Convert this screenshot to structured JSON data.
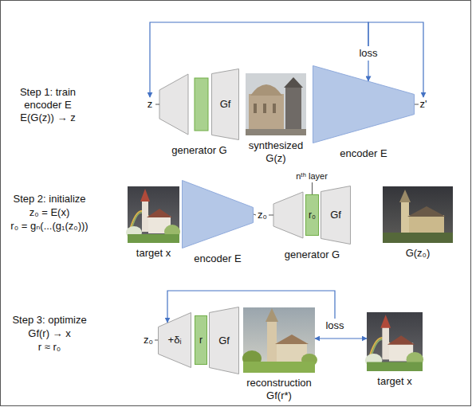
{
  "diagram": {
    "nodes": [
      {
        "text": [
          "z"
        ]
      },
      {
        "text": [
          "generator G"
        ]
      },
      {
        "text": [
          "Gf"
        ],
        "in": 1
      },
      {
        "text": [
          "synthesized G(z)"
        ]
      },
      {
        "text": [
          "encoder E"
        ]
      },
      {
        "text": [
          "z'"
        ]
      },
      {
        "text": [
          "loss"
        ]
      },
      {
        "text": [
          "target x"
        ]
      },
      {
        "text": [
          "encoder E"
        ]
      },
      {
        "text": [
          "z₀"
        ]
      },
      {
        "text": [
          "generator G"
        ]
      },
      {
        "text": [
          "r₀"
        ],
        "in": 10
      },
      {
        "text": [
          "Gf"
        ],
        "in": 10
      },
      {
        "text": [
          "G(z₀)"
        ]
      },
      {
        "text": [
          "z₀"
        ]
      },
      {
        "text": [
          "+δᵢ"
        ]
      },
      {
        "text": [
          "r"
        ]
      },
      {
        "text": [
          "Gf"
        ]
      },
      {
        "text": [
          "reconstruction Gf(r*)"
        ]
      },
      {
        "text": [
          "loss"
        ]
      },
      {
        "text": [
          "target x"
        ]
      }
    ],
    "edges": [
      {
        "from": 6,
        "to": 0,
        "arrow": "to"
      },
      {
        "from": 6,
        "to": 5,
        "arrow": "to"
      },
      {
        "from": 6,
        "to": 4,
        "arrow": "to"
      },
      {
        "from": 0,
        "to": 1,
        "arrow": "none"
      },
      {
        "from": 4,
        "to": 5,
        "arrow": "none"
      },
      {
        "from": 8,
        "to": 9,
        "arrow": "none"
      },
      {
        "from": 9,
        "to": 10,
        "arrow": "none"
      },
      {
        "from": 14,
        "to": 15,
        "arrow": "none"
      },
      {
        "from": 18,
        "to": 20,
        "arrow": "both"
      },
      {
        "from": 19,
        "to": 15,
        "arrow": "to"
      }
    ],
    "labels": [
      "Step 1: train",
      "encoder E",
      "E(G(z)) → z",
      "Step 2: initialize",
      "z₀ = E(x)",
      "r₀ = gₙ(...(g₁(z₀)))",
      "nᵗʰ layer",
      "Step 3: optimize",
      "Gf(r) → x",
      "r ≈ r₀"
    ]
  }
}
